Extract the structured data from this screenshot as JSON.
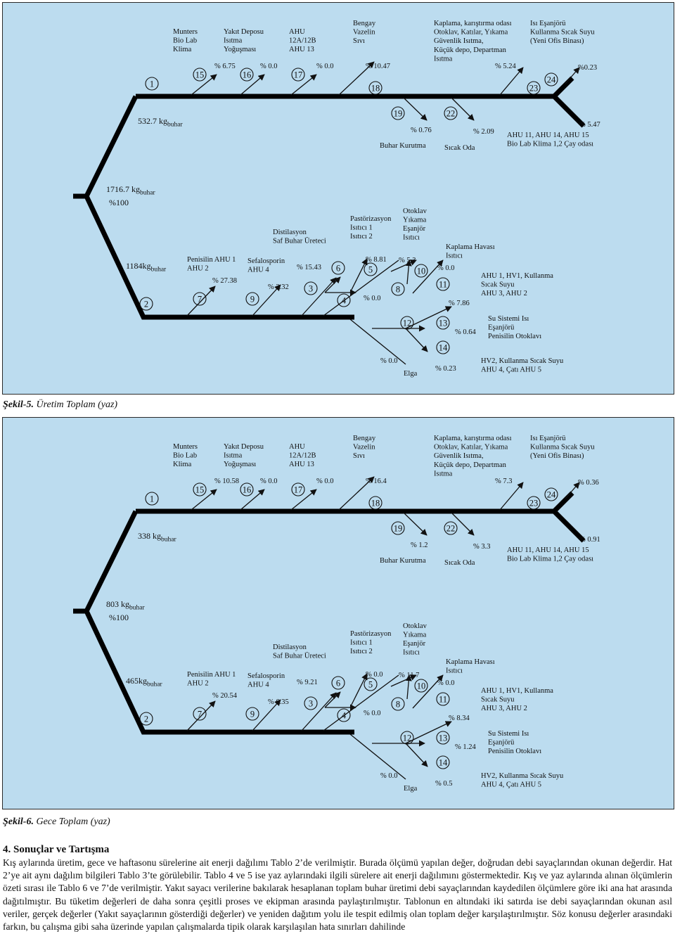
{
  "labels": {
    "munters": [
      "Munters",
      "Bio Lab",
      "Klima"
    ],
    "yakit": [
      "Yakıt Deposu",
      "Isıtma",
      "Yoğuşması"
    ],
    "ahu12": [
      "AHU",
      "12A/12B",
      "AHU  13"
    ],
    "bengay": [
      "Bengay",
      "Vazelin",
      "Sıvı"
    ],
    "kaplama_top": [
      "Kaplama, karıştırma odası",
      "Otoklav, Katılar, Yıkama",
      "Güvenlik Isıtma,",
      "Küçük depo, Departman",
      "Isıtma"
    ],
    "isi_esanjor": [
      "Isı Eşanjörü",
      "Kullanma Sıcak Suyu",
      "(Yeni Ofis Binası)"
    ],
    "buhar_kurutma": "Buhar Kurutma",
    "sicak_oda": "Sıcak Oda",
    "ahu11": [
      "AHU 11, AHU 14, AHU 15",
      "Bio Lab Klima 1,2 Çay odası"
    ],
    "penisilin": [
      "Penisilin AHU 1",
      "AHU 2"
    ],
    "sefalosporin": [
      "Sefalosporin",
      "AHU 4"
    ],
    "distilasyon": [
      "Distilasyon",
      "Saf Buhar Üreteci"
    ],
    "pastorizasyon": [
      "Pastörizasyon",
      "Isıtıcı 1",
      "Isıtıcı 2"
    ],
    "otoklav": [
      "Otoklav",
      "Yıkama",
      "Eşanjör",
      "Isıtıcı"
    ],
    "kaplama_havasi": [
      "Kaplama Havası",
      "Isıtıcı"
    ],
    "ahu1": [
      "AHU 1, HV1, Kullanma",
      "Sıcak Suyu",
      "AHU 3, AHU 2"
    ],
    "su_sistemi": [
      "Su Sistemi Isı",
      "Eşanjörü",
      "Penisilin Otoklavı"
    ],
    "hv2": [
      "HV2, Kullanma Sıcak Suyu",
      "AHU 4, Çatı AHU 5"
    ],
    "elga": "Elga",
    "buhar_sub": "buhar",
    "percent_total": "%100"
  },
  "nodes": [
    "1",
    "2",
    "3",
    "4",
    "5",
    "6",
    "7",
    "8",
    "9",
    "10",
    "11",
    "12",
    "13",
    "14",
    "15",
    "16",
    "17",
    "18",
    "19",
    "22",
    "23",
    "24"
  ],
  "figures": [
    {
      "totals": {
        "main": "1716.7 kg",
        "upper": "532.7 kg",
        "lower": "1184kg"
      },
      "pct": {
        "p15": "% 6.75",
        "p16": "% 0.0",
        "p17": "% 0.0",
        "p18": "% 10.47",
        "p23": "% 5.24",
        "p24": "%0.23",
        "p19": "% 0.76",
        "p22": "% 2.09",
        "p_ahu11": "% 5.47",
        "p7": "% 27.38",
        "p9": "% 3.32",
        "p3": "% 15.43",
        "p5": "% 8.81",
        "p4": "% 0.0",
        "p10": "% 5.3",
        "p10b": "% 0.0",
        "p11": "% 7.86",
        "p13": "% 0.64",
        "p12": "% 0.0",
        "p14": "% 0.23"
      }
    },
    {
      "totals": {
        "main": "803 kg",
        "upper": "338 kg",
        "lower": "465kg"
      },
      "pct": {
        "p15": "% 10.58",
        "p16": "% 0.0",
        "p17": "% 0.0",
        "p18": "% 16.4",
        "p23": "% 7.3",
        "p24": "% 0.36",
        "p19": "% 1.2",
        "p22": "% 3.3",
        "p_ahu11": "% 0.91",
        "p7": "% 20.54",
        "p9": "% 6.35",
        "p3": "% 9.21",
        "p5": "% 0.0",
        "p4": "% 0.0",
        "p10": "% 11.7",
        "p10b": "% 0.0",
        "p11": "% 8.34",
        "p13": "% 1.24",
        "p12": "% 0.0",
        "p14": "% 0.5"
      }
    }
  ],
  "captions": [
    {
      "num": "Şekil-5.",
      "text": " Üretim Toplam (yaz)"
    },
    {
      "num": "Şekil-6.",
      "text": " Gece Toplam (yaz)"
    }
  ],
  "section_title": "4. Sonuçlar ve Tartışma",
  "body_text": "Kış aylarında üretim, gece ve haftasonu sürelerine ait enerji dağılımı Tablo 2’de verilmiştir. Burada ölçümü yapılan değer, doğrudan debi sayaçlarından okunan değerdir. Hat 2’ye ait aynı dağılım bilgileri Tablo 3’te görülebilir. Tablo 4 ve 5 ise yaz aylarındaki ilgili sürelere ait enerji dağılımını göstermektedir. Kış ve yaz aylarında alınan ölçümlerin özeti sırası ile Tablo 6 ve 7’de verilmiştir. Yakıt sayacı verilerine bakılarak hesaplanan toplam buhar üretimi debi sayaçlarından kaydedilen ölçümlere göre iki ana hat arasında dağıtılmıştır. Bu tüketim değerleri de daha sonra çeşitli proses ve ekipman arasında paylaştırılmıştır. Tablonun en altındaki iki satırda ise debi sayaçlarından okunan asıl veriler, gerçek değerler (Yakıt sayaçlarının gösterdiği değerler) ve yeniden dağıtım yolu ile tespit edilmiş olan toplam değer karşılaştırılmıştır. Söz konusu değerler arasındaki farkın, bu çalışma gibi saha üzerinde yapılan çalışmalarda tipik olarak karşılaşılan hata sınırları dahilinde"
}
